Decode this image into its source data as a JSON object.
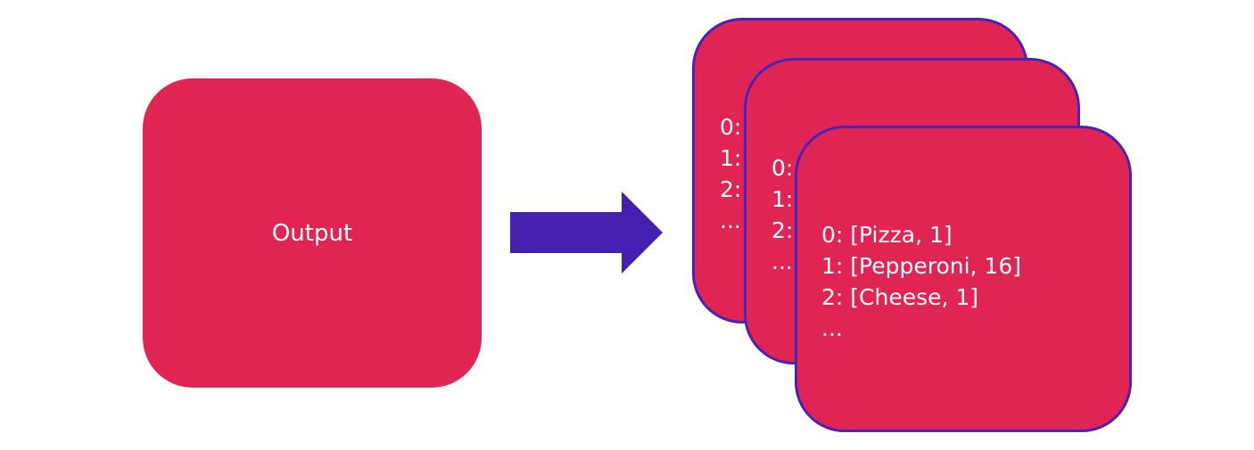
{
  "colors": {
    "box_fill": "#e02453",
    "card_border": "#4a22b5",
    "arrow_fill": "#4320b0",
    "text": "#ffffff",
    "background": "#ffffff"
  },
  "output_box": {
    "label": "Output"
  },
  "arrow": {
    "direction": "right",
    "icon": "right-arrow-icon"
  },
  "cards": [
    {
      "lines": [
        "0:",
        "1:",
        "2:",
        "..."
      ]
    },
    {
      "lines": [
        "0:",
        "1:",
        "2:",
        "..."
      ]
    },
    {
      "lines": [
        "0: [Pizza, 1]",
        "1: [Pepperoni, 16]",
        "2: [Cheese, 1]",
        "..."
      ]
    }
  ]
}
